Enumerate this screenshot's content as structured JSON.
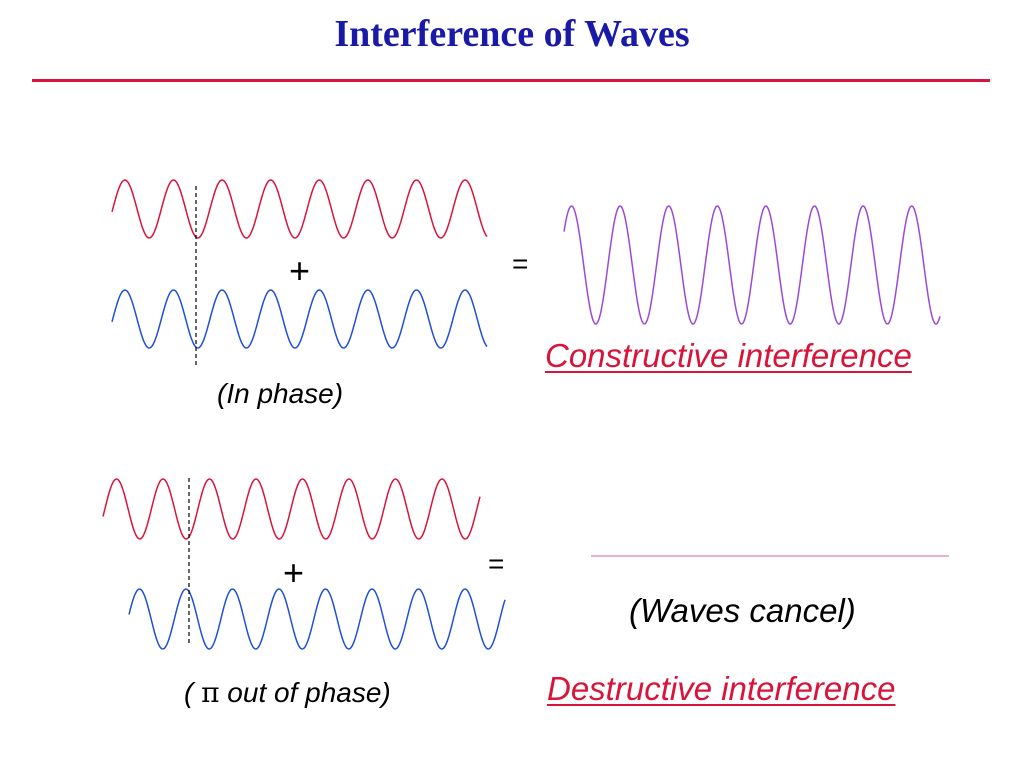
{
  "title": "Interference of Waves",
  "colors": {
    "title": "#1a1aa8",
    "rule": "#d8143a",
    "wave_red": "#d8143a",
    "wave_blue": "#1f4fd8",
    "wave_purple": "#9a4ad6",
    "flat_line": "#e07fb0",
    "heading": "#d8143a"
  },
  "top_section": {
    "plus": "+",
    "equals": "=",
    "phase_label": "(In phase)",
    "result_label": "Constructive interference"
  },
  "bottom_section": {
    "plus": "+",
    "equals": "=",
    "phase_label_open": "( ",
    "phase_symbol": "π",
    "phase_label_close": " out of phase)",
    "cancel_label": "(Waves cancel)",
    "result_label": "Destructive interference"
  }
}
